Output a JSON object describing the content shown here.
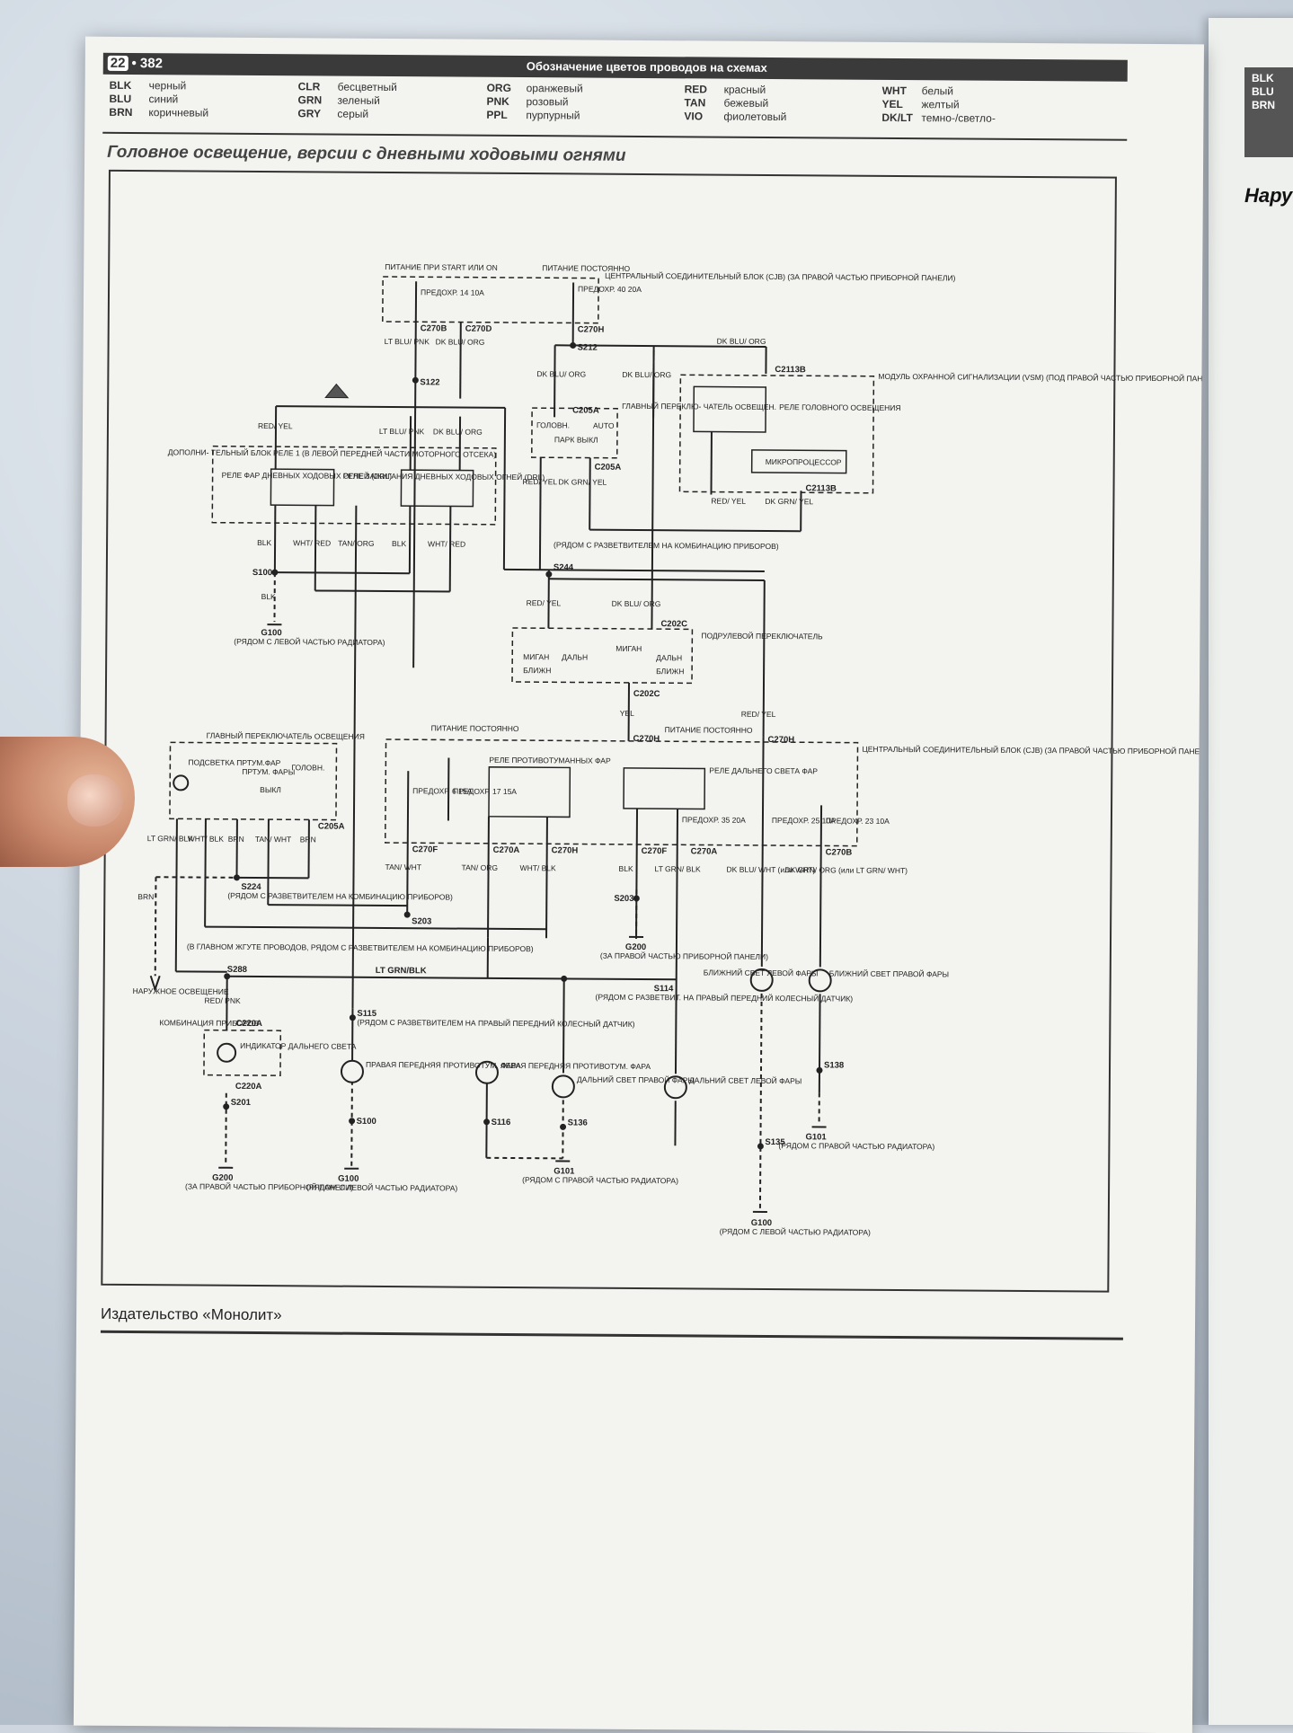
{
  "header": {
    "page_badge": "22",
    "page_number": "• 382",
    "title": "Обозначение цветов проводов на схемах"
  },
  "legend": [
    [
      {
        "code": "BLK",
        "name": "черный"
      },
      {
        "code": "BLU",
        "name": "синий"
      },
      {
        "code": "BRN",
        "name": "коричневый"
      }
    ],
    [
      {
        "code": "CLR",
        "name": "бесцветный"
      },
      {
        "code": "GRN",
        "name": "зеленый"
      },
      {
        "code": "GRY",
        "name": "серый"
      }
    ],
    [
      {
        "code": "ORG",
        "name": "оранжевый"
      },
      {
        "code": "PNK",
        "name": "розовый"
      },
      {
        "code": "PPL",
        "name": "пурпурный"
      }
    ],
    [
      {
        "code": "RED",
        "name": "красный"
      },
      {
        "code": "TAN",
        "name": "бежевый"
      },
      {
        "code": "VIO",
        "name": "фиолетовый"
      }
    ],
    [
      {
        "code": "WHT",
        "name": "белый"
      },
      {
        "code": "YEL",
        "name": "желтый"
      },
      {
        "code": "DK/LT",
        "name": "темно-/светло-"
      }
    ]
  ],
  "section_title": "Головное освещение, версии с дневными ходовыми огнями",
  "diagram": {
    "power_start": "ПИТАНИЕ ПРИ START ИЛИ ON",
    "power_const": "ПИТАНИЕ ПОСТОЯННО",
    "fuse14": "ПРЕДОХР. 14 10A",
    "fuse40": "ПРЕДОХР. 40 20A",
    "cjb_top": "ЦЕНТРАЛЬНЫЙ СОЕДИНИТЕЛЬНЫЙ БЛОК (CJB) (ЗА ПРАВОЙ ЧАСТЬЮ ПРИБОРНОЙ ПАНЕЛИ)",
    "c270b": "C270B",
    "c270d": "C270D",
    "c270h": "C270H",
    "s122": "S122",
    "s212": "S212",
    "c2113b": "C2113B",
    "w_ltblupnk": "LT BLU/ PNK",
    "w_dkbluorg": "DK BLU/ ORG",
    "w_redyel": "RED/ YEL",
    "w_dkgrnyel": "DK GRN/ YEL",
    "vsm": "МОДУЛЬ ОХРАННОЙ СИГНАЛИЗАЦИИ (VSM) (ПОД ПРАВОЙ ЧАСТЬЮ ПРИБОРНОЙ ПАНЕЛИ)",
    "relay_head": "РЕЛЕ ГОЛОВНОГО ОСВЕЩЕНИЯ",
    "microproc": "МИКРОПРОЦЕССОР",
    "main_sw_top": "ГЛАВНЫЙ ПЕРЕКЛЮ- ЧАТЕЛЬ ОСВЕЩЕН.",
    "sw_golovn": "ГОЛОВН.",
    "sw_auto": "AUTO",
    "sw_park": "ПАРК",
    "sw_vykl": "ВЫКЛ",
    "c205a": "C205A",
    "aux_block": "ДОПОЛНИ- ТЕЛЬНЫЙ БЛОК РЕЛЕ 1 (В ЛЕВОЙ ПЕРЕДНЕЙ ЧАСТИ МОТОРНОГО ОТСЕКА)",
    "drl_relay": "РЕЛЕ ФАР ДНЕВНЫХ ХОДОВЫХ ОГНЕЙ (DRL)",
    "drl_ign_relay": "РЕЛЕ ЗАЖИГАНИЯ ДНЕВНЫХ ХОДОВЫХ ОГНЕЙ (DRL)",
    "w_blk": "BLK",
    "w_whtred": "WHT/ RED",
    "w_tanorg": "TAN/ ORG",
    "s100": "S100",
    "g100": "G100",
    "g100_note": "(РЯДОМ С ЛЕВОЙ ЧАСТЬЮ РАДИАТОРА)",
    "s244": "S244",
    "s244_note": "(РЯДОМ С РАЗВЕТВИТЕЛЕМ НА КОМБИНАЦИЮ ПРИБОРОВ)",
    "stalk": "ПОДРУЛЕВОЙ ПЕРЕКЛЮЧАТЕЛЬ",
    "c202c": "C202C",
    "migan": "МИГАН",
    "blizhn": "БЛИЖН",
    "dalnh": "ДАЛЬН",
    "w_yel": "YEL",
    "main_sw": "ГЛАВНЫЙ ПЕРЕКЛЮЧАТЕЛЬ ОСВЕЩЕНИЯ",
    "fog_relay": "РЕЛЕ ПРОТИВОТУМАННЫХ ФАР",
    "hb_relay": "РЕЛЕ ДАЛЬНЕГО СВЕТА ФАР",
    "cjb_mid": "ЦЕНТРАЛЬНЫЙ СОЕДИНИТЕЛЬНЫЙ БЛОК (CJB) (ЗА ПРАВОЙ ЧАСТЬЮ ПРИБОРНОЙ ПАНЕЛИ)",
    "fuse6": "ПРЕДОХР. 6 15A",
    "fuse17": "ПРЕДОХР. 17 15A",
    "fuse35": "ПРЕДОХР. 35 20A",
    "fuse25": "ПРЕДОХР. 25 10A",
    "fuse23": "ПРЕДОХР. 23 10A",
    "c270f": "C270F",
    "c270a": "C270A",
    "w_ltgrnblk": "LT GRN/ BLK",
    "w_tanwht": "TAN/ WHT",
    "w_whtblk": "WHT/ BLK",
    "w_brn": "BRN",
    "w_dkbluwht": "DK BLU/ WHT (или WHT)",
    "w_dkgrnorg": "DK GRN/ ORG (или LT GRN/ WHT)",
    "s224": "S224",
    "s224_note": "(РЯДОМ С РАЗВЕТВИТЕЛЕМ НА КОМБИНАЦИЮ ПРИБОРОВ)",
    "s203": "S203",
    "g200": "G200",
    "g200_note": "(ЗА ПРАВОЙ ЧАСТЬЮ ПРИБОРНОЙ ПАНЕЛИ)",
    "s288_note": "(В ГЛАВНОМ ЖГУТЕ ПРОВОДОВ, РЯДОМ С РАЗВЕТВИТЕЛЕМ НА КОМБИНАЦИЮ ПРИБОРОВ)",
    "s288": "S288",
    "ext_light": "НАРУЖНОЕ ОСВЕЩЕНИЕ",
    "w_ltgrnblk_h": "LT GRN/BLK",
    "s114": "S114",
    "s114_note": "(РЯДОМ С РАЗВЕТВИТ. НА ПРАВЫЙ ПЕРЕДНИЙ КОЛЕСНЫЙ ДАТЧИК)",
    "lb_left": "БЛИЖНИЙ СВЕТ ЛЕВОЙ ФАРЫ",
    "lb_right": "БЛИЖНИЙ СВЕТ ПРАВОЙ ФАРЫ",
    "cluster": "КОМБИНАЦИЯ ПРИБОРОВ",
    "c220a": "C220A",
    "hb_indicator": "ИНДИКАТОР ДАЛЬНЕГО СВЕТА",
    "w_redpnk": "RED/ PNK",
    "s115": "S115",
    "s115_note": "(РЯДОМ С РАЗВЕТВИТЕЛЕМ НА ПРАВЫЙ ПЕРЕДНИЙ КОЛЕСНЫЙ ДАТЧИК)",
    "fog_right": "ПРАВАЯ ПЕРЕДНЯЯ ПРОТИВОТУМ. ФАРА",
    "fog_left": "ЛЕВАЯ ПЕРЕДНЯЯ ПРОТИВОТУМ. ФАРА",
    "hb_right": "ДАЛЬНИЙ СВЕТ ПРАВОЙ ФАРЫ",
    "hb_left": "ДАЛЬНИЙ СВЕТ ЛЕВОЙ ФАРЫ",
    "s201": "S201",
    "s116": "S116",
    "s136": "S136",
    "s135": "S135",
    "s138": "S138",
    "g101": "G101",
    "g101_note": "(РЯДОМ С ПРАВОЙ ЧАСТЬЮ РАДИАТОРА)",
    "pass_lbl": "ПОДСВЕТКА ПРТУМ.ФАР",
    "prtum_lbl": "ПРТУМ. ФАРЫ",
    "vykl_lbl": "ВЫКЛ",
    "golovn_lbl": "ГОЛОВН."
  },
  "side_page": {
    "codes": [
      "BLK",
      "BLU",
      "BRN"
    ],
    "heading": "Нару"
  },
  "footer": "Издательство «Монолит»"
}
